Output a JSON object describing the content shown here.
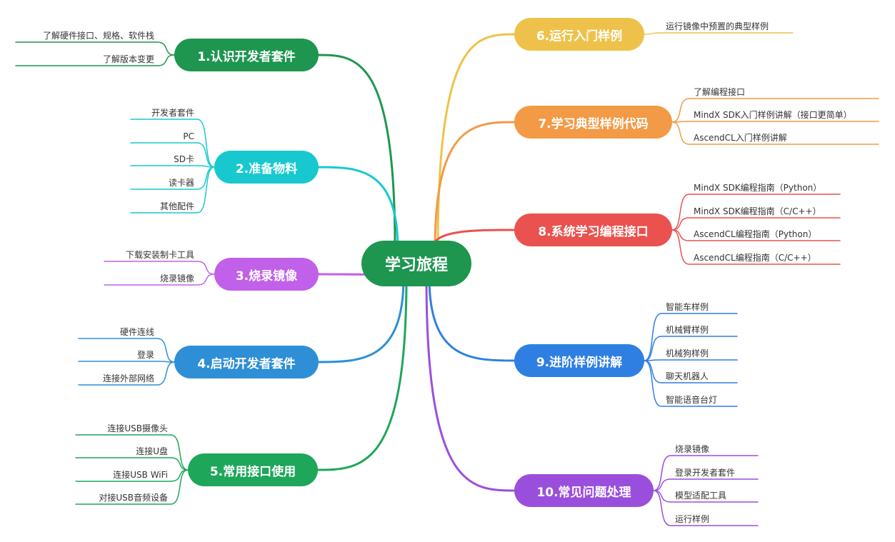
{
  "center": {
    "label": "学习旅程",
    "color": "#1e9650"
  },
  "topics": [
    {
      "id": "t1",
      "label": "1.认识开发者套件",
      "color": "#1e9650",
      "children": [
        "了解硬件接口、规格、软件栈",
        "了解版本变更"
      ]
    },
    {
      "id": "t2",
      "label": "2.准备物料",
      "color": "#17c9cf",
      "children": [
        "开发者套件",
        "PC",
        "SD卡",
        "读卡器",
        "其他配件"
      ]
    },
    {
      "id": "t3",
      "label": "3.烧录镜像",
      "color": "#c160e8",
      "children": [
        "下载安装制卡工具",
        "烧录镜像"
      ]
    },
    {
      "id": "t4",
      "label": "4.启动开发者套件",
      "color": "#2e8fd6",
      "children": [
        "硬件连线",
        "登录",
        "连接外部网络"
      ]
    },
    {
      "id": "t5",
      "label": "5.常用接口使用",
      "color": "#1ea65a",
      "children": [
        "连接USB摄像头",
        "连接U盘",
        "连接USB WiFi",
        "对接USB音频设备"
      ]
    },
    {
      "id": "t6",
      "label": "6.运行入门样例",
      "color": "#eec24a",
      "children": [
        "运行镜像中预置的典型样例"
      ]
    },
    {
      "id": "t7",
      "label": "7.学习典型样例代码",
      "color": "#f29a45",
      "children": [
        "了解编程接口",
        "MindX SDK入门样例讲解（接口更简单）",
        "AscendCL入门样例讲解"
      ]
    },
    {
      "id": "t8",
      "label": "8.系统学习编程接口",
      "color": "#e9524f",
      "children": [
        "MindX SDK编程指南（Python）",
        "MindX SDK编程指南（C/C++）",
        "AscendCL编程指南（Python）",
        "AscendCL编程指南（C/C++）"
      ]
    },
    {
      "id": "t9",
      "label": "9.进阶样例讲解",
      "color": "#2f7fe3",
      "children": [
        "智能车样例",
        "机械臂样例",
        "机械狗样例",
        "聊天机器人",
        "智能语音台灯"
      ]
    },
    {
      "id": "t10",
      "label": "10.常见问题处理",
      "color": "#9a4fdc",
      "children": [
        "烧录镜像",
        "登录开发者套件",
        "模型适配工具",
        "运行样例"
      ]
    }
  ]
}
